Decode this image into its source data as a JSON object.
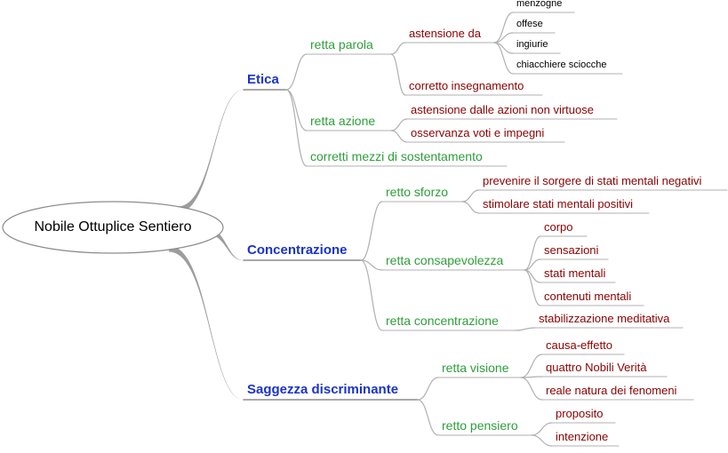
{
  "root": "Nobile Ottuplice Sentiero",
  "branches": [
    {
      "label": "Etica",
      "children": [
        {
          "label": "retta parola",
          "children": [
            {
              "label": "astensione da",
              "children": [
                "menzogne",
                "offese",
                "ingiurie",
                "chiacchiere sciocche"
              ]
            },
            {
              "label": "corretto insegnamento"
            }
          ]
        },
        {
          "label": "retta azione",
          "children": [
            {
              "label": "astensione dalle azioni non virtuose"
            },
            {
              "label": "osservanza voti e impegni"
            }
          ]
        },
        {
          "label": "corretti mezzi di sostentamento"
        }
      ]
    },
    {
      "label": "Concentrazione",
      "children": [
        {
          "label": "retto sforzo",
          "children": [
            {
              "label": "prevenire il sorgere di stati mentali negativi"
            },
            {
              "label": "stimolare stati mentali positivi"
            }
          ]
        },
        {
          "label": "retta consapevolezza",
          "children": [
            {
              "label": "corpo"
            },
            {
              "label": "sensazioni"
            },
            {
              "label": "stati mentali"
            },
            {
              "label": "contenuti mentali"
            }
          ]
        },
        {
          "label": "retta concentrazione",
          "children": [
            {
              "label": "stabilizzazione meditativa"
            }
          ]
        }
      ]
    },
    {
      "label": "Saggezza discriminante",
      "children": [
        {
          "label": "retta visione",
          "children": [
            {
              "label": "causa-effetto"
            },
            {
              "label": "quattro Nobili Verità"
            },
            {
              "label": "reale natura dei fenomeni"
            }
          ]
        },
        {
          "label": "retto pensiero",
          "children": [
            {
              "label": "proposito"
            },
            {
              "label": "intenzione"
            }
          ]
        }
      ]
    }
  ],
  "colors": {
    "level1_text": "#1a33cc",
    "level2_text": "#2e9e3a",
    "level3_text": "#8b0000",
    "level4_text": "#000000",
    "root_branch": "#8c8c8c",
    "connector": "#b0b0b0"
  }
}
